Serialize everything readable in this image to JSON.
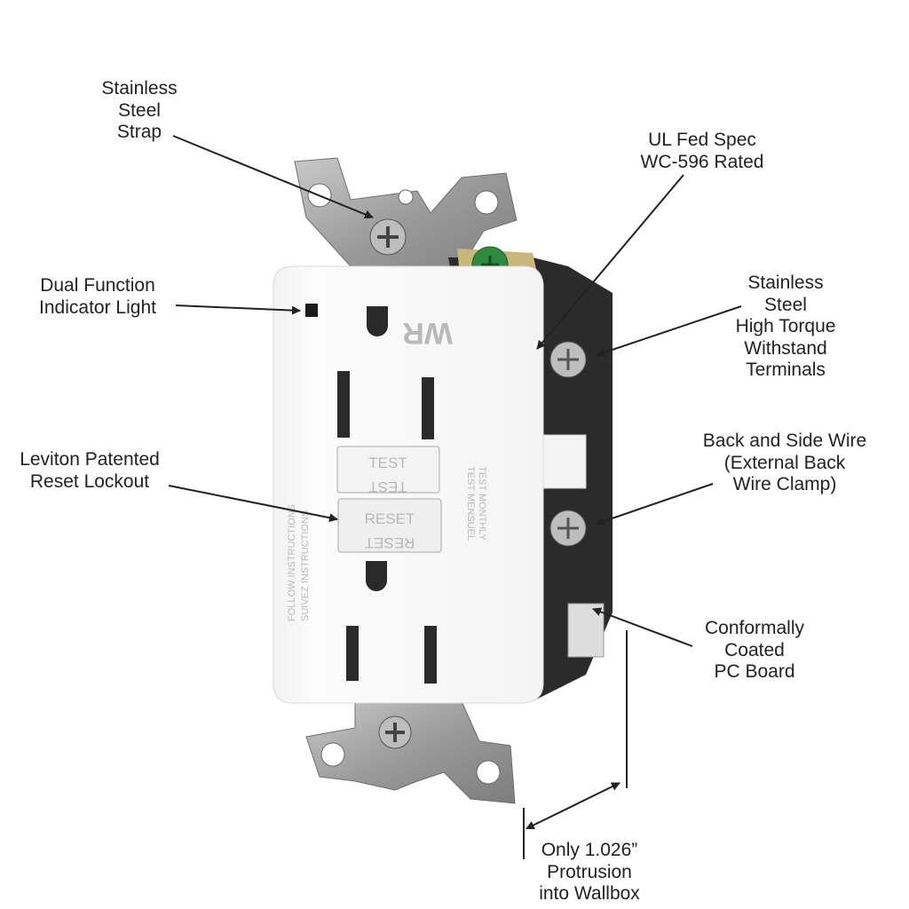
{
  "callouts": {
    "strap": [
      "Stainless",
      "Steel",
      "Strap"
    ],
    "ul_spec": [
      "UL Fed Spec",
      "WC-596 Rated"
    ],
    "indicator": [
      "Dual Function",
      "Indicator Light"
    ],
    "terminals": [
      "Stainless",
      "Steel",
      "High Torque",
      "Withstand",
      "Terminals"
    ],
    "reset_lockout": [
      "Leviton Patented",
      "Reset Lockout"
    ],
    "back_side_wire": [
      "Back and Side Wire",
      "(External Back",
      "Wire Clamp)"
    ],
    "pc_board": [
      "Conformally",
      "Coated",
      "PC Board"
    ],
    "protrusion": [
      "Only 1.026”",
      "Protrusion",
      "into Wallbox"
    ]
  },
  "device": {
    "test_label": "TEST",
    "reset_label": "RESET",
    "brand_mark": "WR",
    "side_text_left": [
      "FOLLOW INSTRUCTIONS",
      "SUIVEZ INSTRUCTIONS"
    ],
    "side_text_right": [
      "TEST MONTHLY",
      "TEST MENSUEL"
    ]
  },
  "colors": {
    "text": "#222222",
    "arrow": "#222222",
    "indicator": "#1a1a1a"
  }
}
